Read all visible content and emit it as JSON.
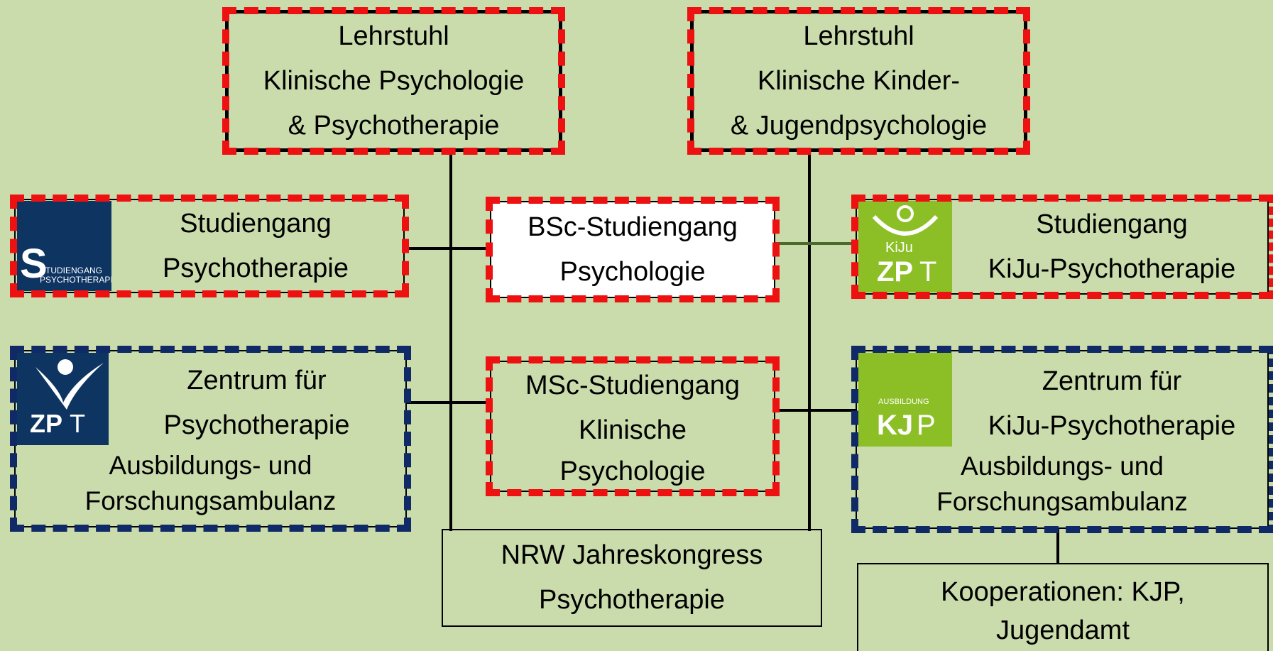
{
  "diagram": {
    "nodes": {
      "chair_clinical": [
        "Lehrstuhl",
        "Klinische Psychologie",
        "& Psychotherapie"
      ],
      "chair_child": [
        "Lehrstuhl",
        "Klinische Kinder-",
        "& Jugendpsychologie"
      ],
      "study_psychotherapy": [
        "Studiengang",
        "Psychotherapie"
      ],
      "bsc": [
        "BSc-Studiengang",
        "Psychologie"
      ],
      "study_kiju": [
        "Studiengang",
        "KiJu-Psychotherapie"
      ],
      "zpt": [
        "Zentrum für",
        "Psychotherapie",
        "Ausbildungs- und",
        "Forschungsambulanz"
      ],
      "msc": [
        "MSc-Studiengang",
        "Klinische",
        "Psychologie"
      ],
      "zpt_kiju": [
        "Zentrum für",
        "KiJu-Psychotherapie",
        "Ausbildungs- und",
        "Forschungsambulanz"
      ],
      "congress": [
        "NRW Jahreskongress",
        "Psychotherapie"
      ],
      "cooperations": [
        "Kooperationen: KJP,",
        "Jugendamt"
      ]
    },
    "logos": {
      "studiengang": [
        "STUDIENGANG",
        "PSYCHOTHERAPIE"
      ],
      "zpt": [
        "ZP",
        "T"
      ],
      "kiju_zpt": [
        "KiJu",
        "ZP",
        "T"
      ],
      "kjp": [
        "AUSBILDUNG",
        "KJ",
        "P"
      ]
    },
    "colors": {
      "background": "#cbdcac",
      "red_dash": "#ee1111",
      "blue_dash": "#0f2a66",
      "logo_navy": "#0e3462",
      "logo_green": "#8cbf26"
    }
  }
}
